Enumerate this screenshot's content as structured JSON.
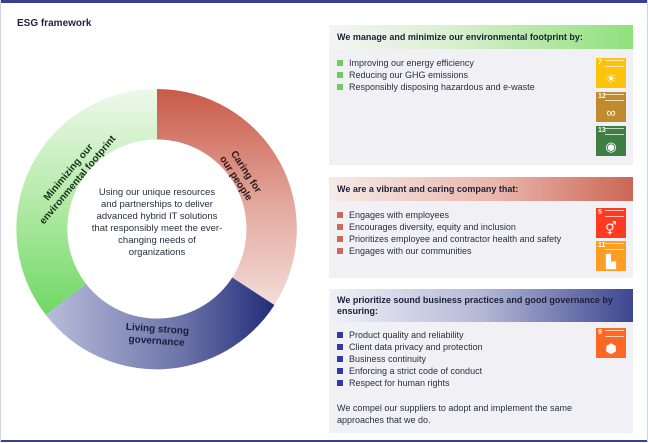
{
  "page": {
    "title": "ESG framework"
  },
  "diagram": {
    "center_text": "Using our unique resources and partnerships to deliver advanced hybrid IT solutions that responsibly meet the ever-changing needs of organizations",
    "segments": [
      {
        "label_lines": [
          "Caring for",
          "our people"
        ],
        "color": "#d46c5c"
      },
      {
        "label_lines": [
          "Living strong",
          "governance"
        ],
        "color": "#2b3580"
      },
      {
        "label_lines": [
          "Minimizing our",
          "environmental footprint"
        ],
        "color": "#7fdc74"
      }
    ]
  },
  "panels": {
    "environment": {
      "header": "We manage and minimize our environmental footprint by:",
      "items": [
        "Improving our energy efficiency",
        "Reducing our GHG emissions",
        "Responsibly disposing hazardous and e-waste"
      ],
      "sdg_icons": [
        {
          "number": "7",
          "name": "sun-icon",
          "glyph": "☀",
          "color": "#fcc30b"
        },
        {
          "number": "12",
          "name": "infinity-icon",
          "glyph": "∞",
          "color": "#bf8b2e"
        },
        {
          "number": "13",
          "name": "eye-globe-icon",
          "glyph": "◉",
          "color": "#3f7e44"
        }
      ]
    },
    "social": {
      "header": "We are a vibrant and caring company that:",
      "items": [
        "Engages with employees",
        "Encourages diversity, equity and inclusion",
        "Prioritizes employee and contractor health and safety",
        "Engages with our communities"
      ],
      "sdg_icons": [
        {
          "number": "5",
          "name": "gender-equality-icon",
          "glyph": "⚥",
          "color": "#ff3a21"
        },
        {
          "number": "11",
          "name": "city-icon",
          "glyph": "▙",
          "color": "#fd9d24"
        }
      ]
    },
    "governance": {
      "header": "We prioritize sound business practices and good governance by ensuring:",
      "items": [
        "Product quality and reliability",
        "Client data privacy and protection",
        "Business continuity",
        "Enforcing a strict code of conduct",
        "Respect for human rights"
      ],
      "note": "We compel our suppliers to adopt and implement the same approaches that we do.",
      "sdg_icons": [
        {
          "number": "9",
          "name": "innovation-cubes-icon",
          "glyph": "⬢",
          "color": "#fd6925"
        }
      ]
    }
  }
}
